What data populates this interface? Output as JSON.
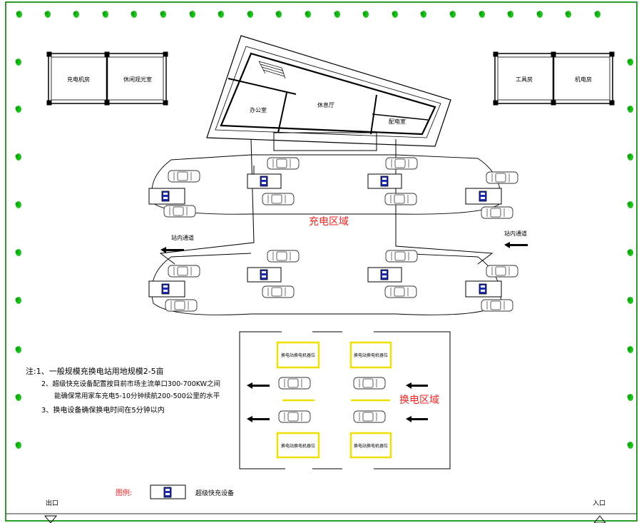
{
  "buildings": {
    "top_left_1": "充电机房",
    "top_left_2": "休闲观光室",
    "top_right_1": "工具房",
    "top_right_2": "机电房",
    "main_office": "办公室",
    "main_lounge": "休息厅",
    "main_distribution": "配电室"
  },
  "zones": {
    "charging_area": "充电区域",
    "swap_area": "换电区域"
  },
  "roads": {
    "left_channel": "站内通道",
    "right_channel": "站内通道"
  },
  "swap_stations": {
    "top_left": "换电站换电机器位",
    "top_right": "换电站换电机器位",
    "bottom_left": "换电站换电机器位",
    "bottom_right": "换电站换电机器位"
  },
  "notes": {
    "line1": "注:1、一般规模充换电站用地规模2-5亩",
    "line2": "2、超级快充设备配置按目前市场主流单口300-700KW之间",
    "line3": "能确保常用家车充电5-10分钟续航200-500公里的水平",
    "line4": "3、换电设备确保换电时间在5分钟以内"
  },
  "legend": {
    "title": "图例:",
    "item": "超级快充设备"
  },
  "gates": {
    "exit": "出口",
    "entry": "入口"
  },
  "colors": {
    "border": "#2a9d2a",
    "tree": "#19c419",
    "accent_red": "#ff2020",
    "charger": "#1a2bb5",
    "swap_box": "#f0e000"
  }
}
